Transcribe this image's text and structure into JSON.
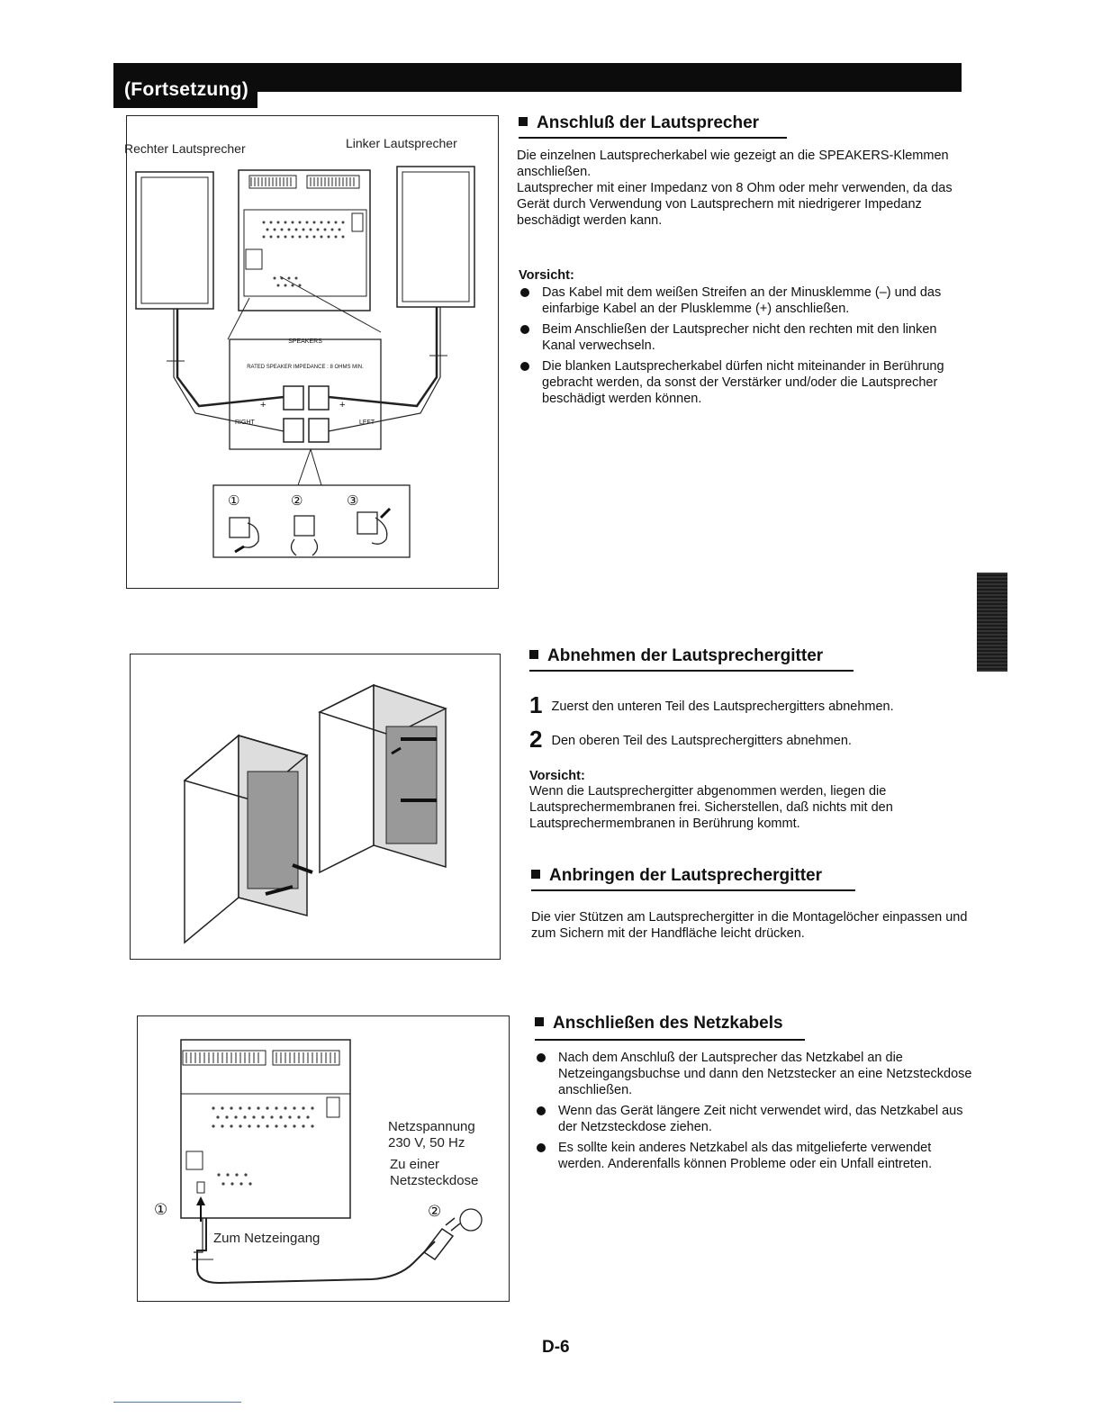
{
  "header": {
    "title": "(Fortsetzung)"
  },
  "figure1": {
    "label_right_speaker": "Rechter Lautsprecher",
    "label_left_speaker": "Linker Lautsprecher",
    "panel_title": "SPEAKERS",
    "panel_impedance": "RATED SPEAKER IMPEDANCE : 8 OHMS MIN.",
    "label_right": "RIGHT",
    "label_left": "LEFT",
    "steps": [
      "①",
      "②",
      "③"
    ]
  },
  "section1": {
    "title": "Anschluß der Lautsprecher",
    "paragraphs": [
      "Die einzelnen Lautsprecherkabel wie gezeigt an die SPEAKERS-Klemmen anschließen.",
      "Lautsprecher mit einer Impedanz von 8 Ohm oder mehr verwenden, da das Gerät durch Verwendung von Lautsprechern mit niedrigerer Impedanz beschädigt werden kann."
    ],
    "caution_title": "Vorsicht:",
    "bullets": [
      "Das Kabel mit dem weißen Streifen an der Minusklemme (–) und das einfarbige Kabel an der Plusklemme (+) anschließen.",
      "Beim Anschließen der Lautsprecher nicht den rechten mit den linken Kanal verwechseln.",
      "Die blanken Lautsprecherkabel dürfen nicht miteinander in Berührung gebracht werden, da sonst der Verstärker und/oder die Lautsprecher beschädigt werden können."
    ]
  },
  "section2": {
    "title": "Abnehmen der Lautsprechergitter",
    "steps": [
      {
        "num": "1",
        "text": "Zuerst den unteren Teil des Lautsprechergitters abnehmen."
      },
      {
        "num": "2",
        "text": "Den oberen Teil des Lautsprechergitters abnehmen."
      }
    ],
    "caution_title": "Vorsicht:",
    "caution_text": "Wenn die Lautsprechergitter abgenommen werden, liegen die Lautsprechermembranen frei. Sicherstellen, daß nichts mit den Lautsprechermembranen in Berührung kommt."
  },
  "section3": {
    "title": "Anbringen der Lautsprechergitter",
    "text": "Die vier Stützen am Lautsprechergitter in die Montagelöcher einpassen und zum Sichern mit der Handfläche leicht drücken."
  },
  "figure3": {
    "voltage_label": "Netzspannung",
    "voltage_value": "230 V, 50 Hz",
    "outlet_label": "Zu einer Netzsteckdose",
    "input_label": "Zum Netzeingang",
    "step1": "①",
    "step2": "②"
  },
  "section4": {
    "title": "Anschließen des Netzkabels",
    "bullets": [
      "Nach dem Anschluß der Lautsprecher das Netzkabel an die Netzeingangsbuchse und dann den Netzstecker an eine Netzsteckdose anschließen.",
      "Wenn das Gerät längere Zeit nicht verwendet wird, das Netzkabel aus der Netzsteckdose ziehen.",
      "Es sollte kein anderes Netzkabel als das mitgelieferte verwendet werden. Anderenfalls können Probleme oder ein Unfall eintreten."
    ]
  },
  "footer": {
    "page_number": "D-6"
  }
}
